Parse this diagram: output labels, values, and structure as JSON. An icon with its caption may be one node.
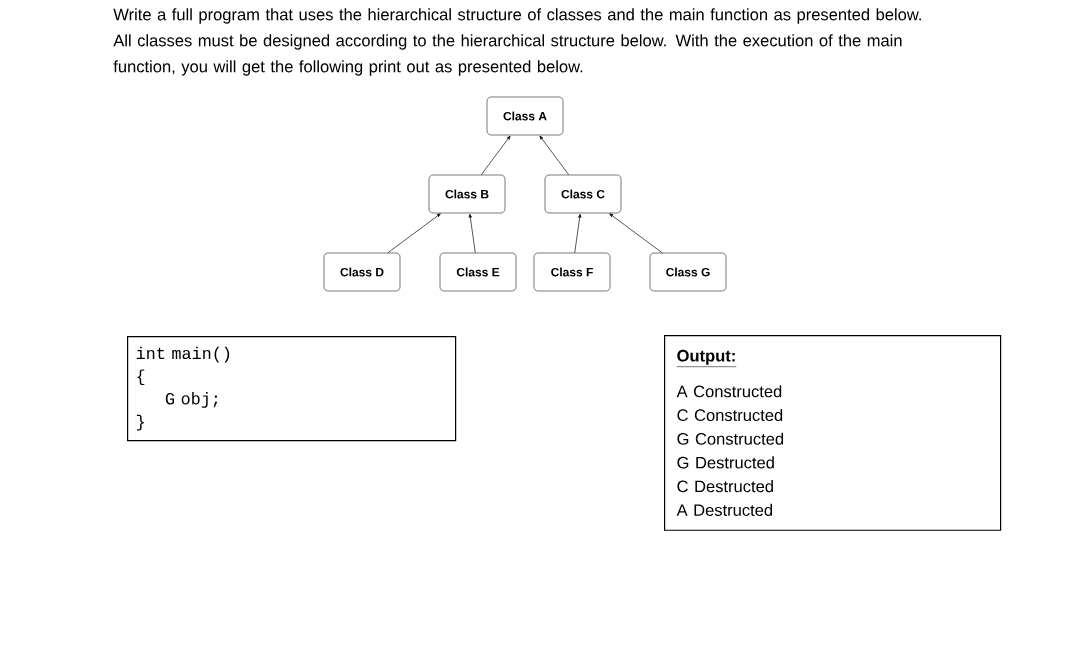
{
  "diagram": {
    "title": "Write a full program that uses the hierarchical structure of classes and the main function as presented below. All classes must be designed according to the hierarchical structure below. With the execution of the main function, you will get the following print out as presented below.",
    "nodes": [
      {
        "text": [
          "Class A"
        ]
      },
      {
        "text": [
          "Class B"
        ]
      },
      {
        "text": [
          "Class C"
        ]
      },
      {
        "text": [
          "Class D"
        ]
      },
      {
        "text": [
          "Class E"
        ]
      },
      {
        "text": [
          "Class F"
        ]
      },
      {
        "text": [
          "Class G"
        ]
      },
      {
        "text": [
          "int main()",
          "{",
          "G obj;",
          "}"
        ]
      },
      {
        "text": [
          "Output:",
          "A Constructed",
          "C Constructed",
          "G Constructed",
          "G Destructed",
          "C Destructed",
          "A Destructed"
        ]
      }
    ],
    "edges": [
      {
        "from": 1,
        "to": 0,
        "arrow": "to"
      },
      {
        "from": 2,
        "to": 0,
        "arrow": "to"
      },
      {
        "from": 3,
        "to": 1,
        "arrow": "to"
      },
      {
        "from": 4,
        "to": 1,
        "arrow": "to"
      },
      {
        "from": 5,
        "to": 2,
        "arrow": "to"
      },
      {
        "from": 6,
        "to": 2,
        "arrow": "to"
      }
    ]
  }
}
